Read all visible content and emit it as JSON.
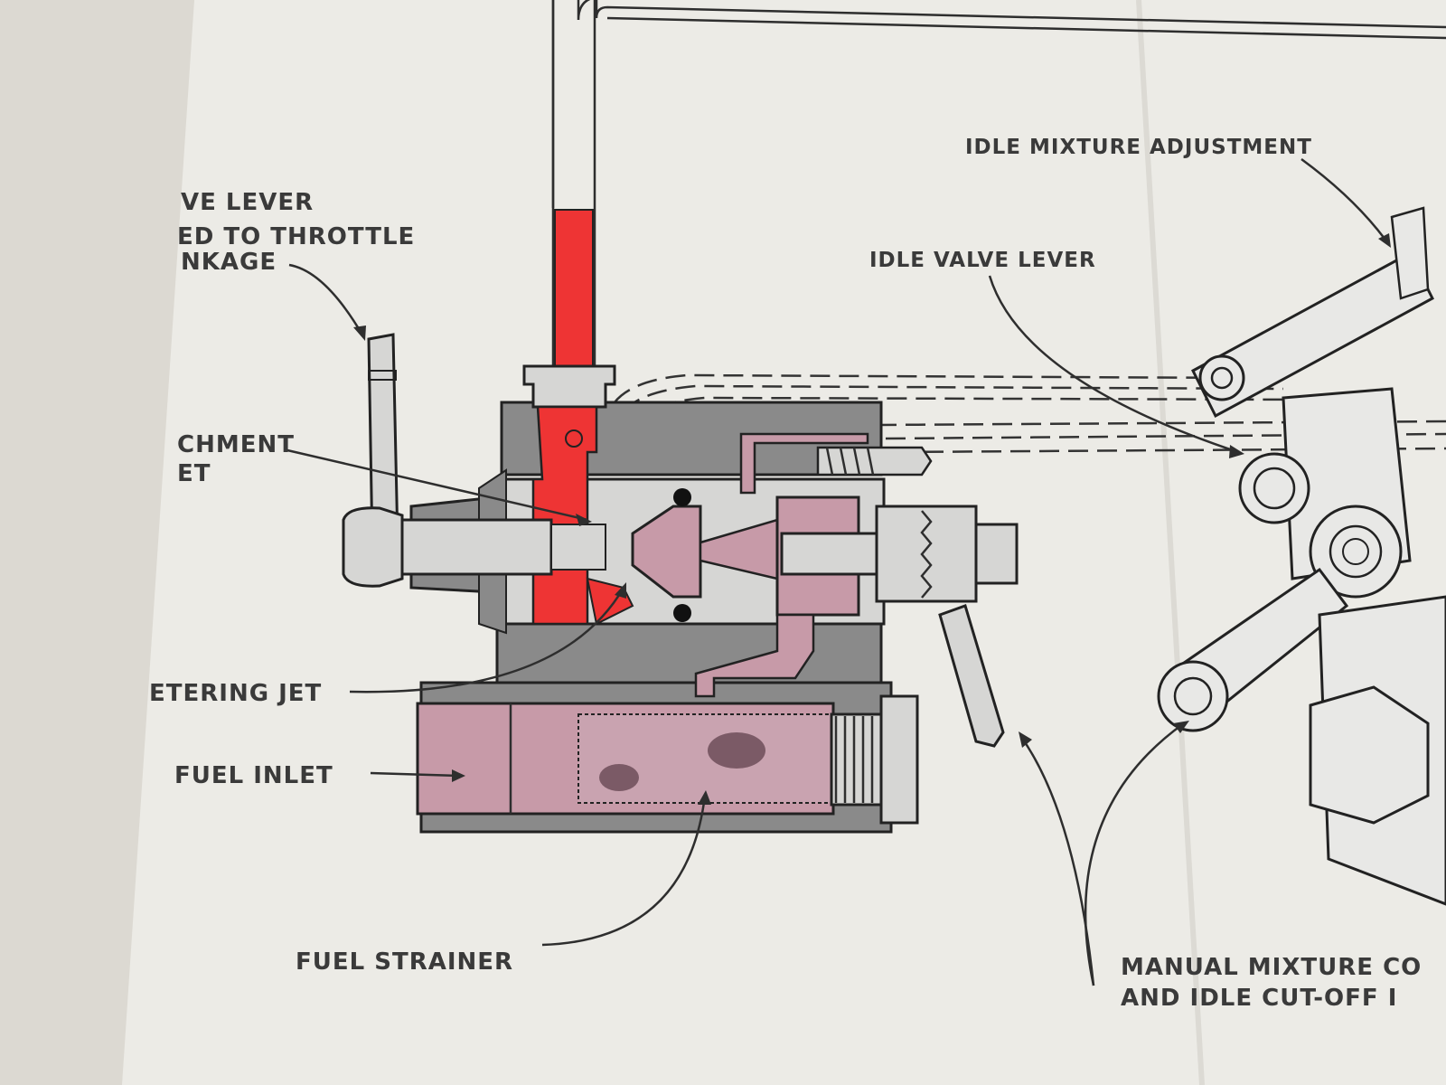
{
  "labels": {
    "throttle_lever": [
      "VE LEVER",
      "ED TO THROTTLE",
      "NKAGE"
    ],
    "attachment_jet": [
      "CHMENT",
      "ET"
    ],
    "metering_jet": "ETERING JET",
    "fuel_inlet": "FUEL INLET",
    "fuel_strainer": "FUEL STRAINER",
    "idle_mixture_adjustment": "IDLE MIXTURE ADJUSTMENT",
    "idle_valve_lever": "IDLE VALVE LEVER",
    "manual_mixture": [
      "MANUAL MIXTURE CO",
      "AND IDLE CUT-OFF I"
    ]
  },
  "colors": {
    "paper": "#ecebe6",
    "body_gray": "#8a8a8a",
    "fuel_red": "#ee3434",
    "fuel_pink": "#c79aa8",
    "light_gray": "#d6d6d4"
  }
}
